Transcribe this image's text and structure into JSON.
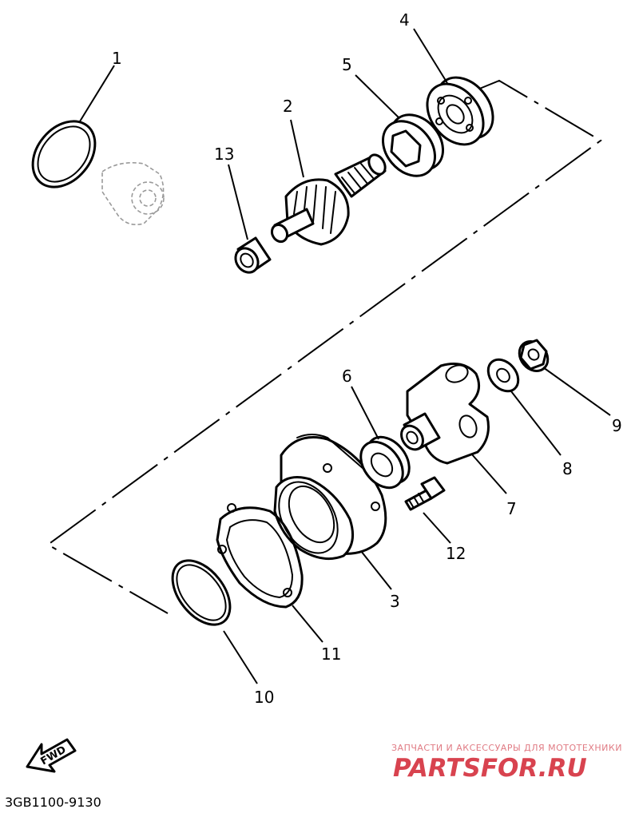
{
  "diagram": {
    "callouts": [
      {
        "id": "1",
        "label": "1"
      },
      {
        "id": "2",
        "label": "2"
      },
      {
        "id": "3",
        "label": "3"
      },
      {
        "id": "4",
        "label": "4"
      },
      {
        "id": "5",
        "label": "5"
      },
      {
        "id": "6",
        "label": "6"
      },
      {
        "id": "7",
        "label": "7"
      },
      {
        "id": "8",
        "label": "8"
      },
      {
        "id": "9",
        "label": "9"
      },
      {
        "id": "10",
        "label": "10"
      },
      {
        "id": "11",
        "label": "11"
      },
      {
        "id": "12",
        "label": "12"
      },
      {
        "id": "13",
        "label": "13"
      }
    ],
    "fwd_label": "FWD",
    "part_code": "3GB1100-9130",
    "watermark": {
      "tagline": "ЗАПЧАСТИ И АКСЕССУАРЫ ДЛЯ МОТОТЕХНИКИ",
      "brand": "PARTSFOR.RU"
    },
    "colors": {
      "ink": "#000000",
      "background": "#ffffff",
      "watermark": "#d8434f"
    }
  }
}
